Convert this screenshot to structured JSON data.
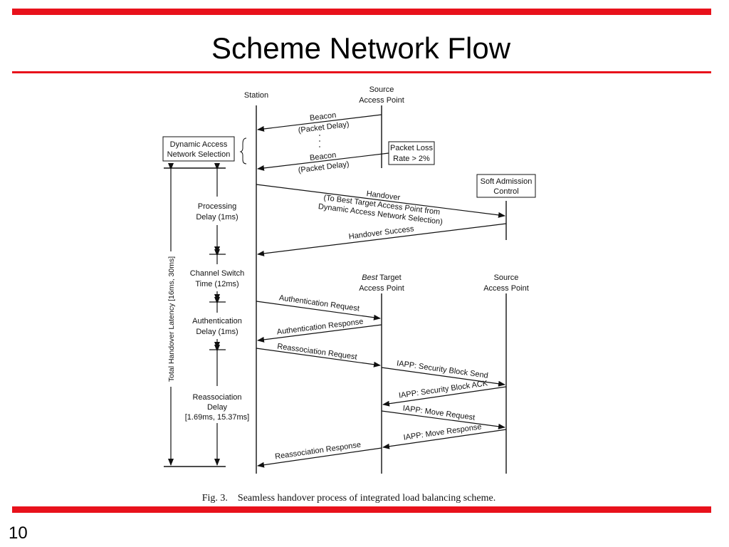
{
  "slide": {
    "title": "Scheme Network Flow",
    "page_number": "10"
  },
  "colors": {
    "accent_red": "#e8111b",
    "diagram_ink": "#111111"
  },
  "diagram": {
    "lifelines": {
      "station": "Station",
      "source_ap_top": [
        "Source",
        "Access Point"
      ],
      "best_target_ap": [
        "Best",
        " Target",
        "Access Point"
      ],
      "source_ap_bottom": [
        "Source",
        "Access Point"
      ]
    },
    "boxes": {
      "dynamic_selection": [
        "Dynamic Access",
        "Network Selection"
      ],
      "packet_loss": [
        "Packet Loss",
        "Rate > 2%"
      ],
      "soft_admission": [
        "Soft Admission",
        "Control"
      ]
    },
    "messages": {
      "beacon_1": [
        "Beacon",
        "(Packet Delay)"
      ],
      "beacon_2": [
        "Beacon",
        "(Packet Delay)"
      ],
      "handover": [
        "Handover",
        "(To Best Target Access Point from",
        "Dynamic Access Network Selection)"
      ],
      "handover_success": "Handover Success",
      "auth_request": "Authentication Request",
      "auth_response": "Authentication Response",
      "reassoc_request": "Reassociation Request",
      "iapp_security_send": "IAPP: Security Block Send",
      "iapp_security_ack": "IAPP: Security Block ACK",
      "iapp_move_request": "IAPP: Move Request",
      "iapp_move_response": "IAPP: Move Response",
      "reassoc_response": "Reassociation Response"
    },
    "delays": {
      "processing": [
        "Processing",
        "Delay (1ms)"
      ],
      "channel_switch": [
        "Channel Switch",
        "Time (12ms)"
      ],
      "authentication": [
        "Authentication",
        "Delay (1ms)"
      ],
      "reassociation": [
        "Reassociation",
        "Delay",
        "[1.69ms, 15.37ms]"
      ],
      "total": "Total Handover Latency [16ms, 30ms]"
    },
    "caption": "Fig. 3.    Seamless handover process of integrated load balancing scheme."
  }
}
